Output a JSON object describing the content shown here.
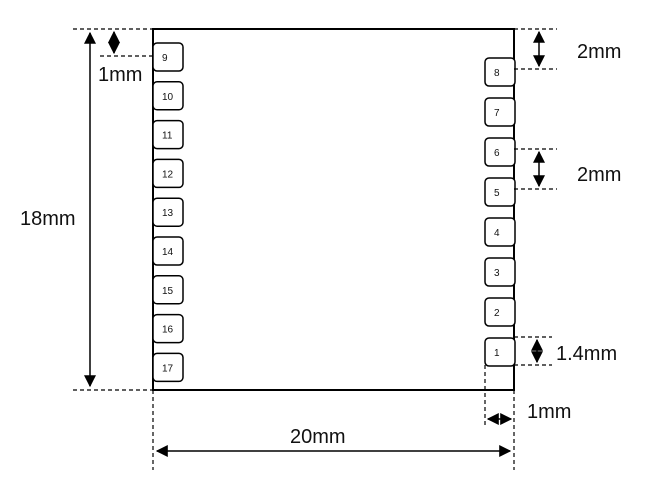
{
  "diagram": {
    "pins_left": [
      "9",
      "10",
      "11",
      "12",
      "13",
      "14",
      "15",
      "16",
      "17"
    ],
    "pins_right": [
      "8",
      "7",
      "6",
      "5",
      "4",
      "3",
      "2",
      "1"
    ],
    "dimensions": {
      "height_total": "18mm",
      "top_offset": "1mm",
      "right_top_offset": "2mm",
      "pin_pitch": "2mm",
      "pin_height": "1.4mm",
      "pin_width": "1mm",
      "width_total": "20mm"
    },
    "colors": {
      "stroke": "#000000",
      "background": "#ffffff"
    }
  }
}
